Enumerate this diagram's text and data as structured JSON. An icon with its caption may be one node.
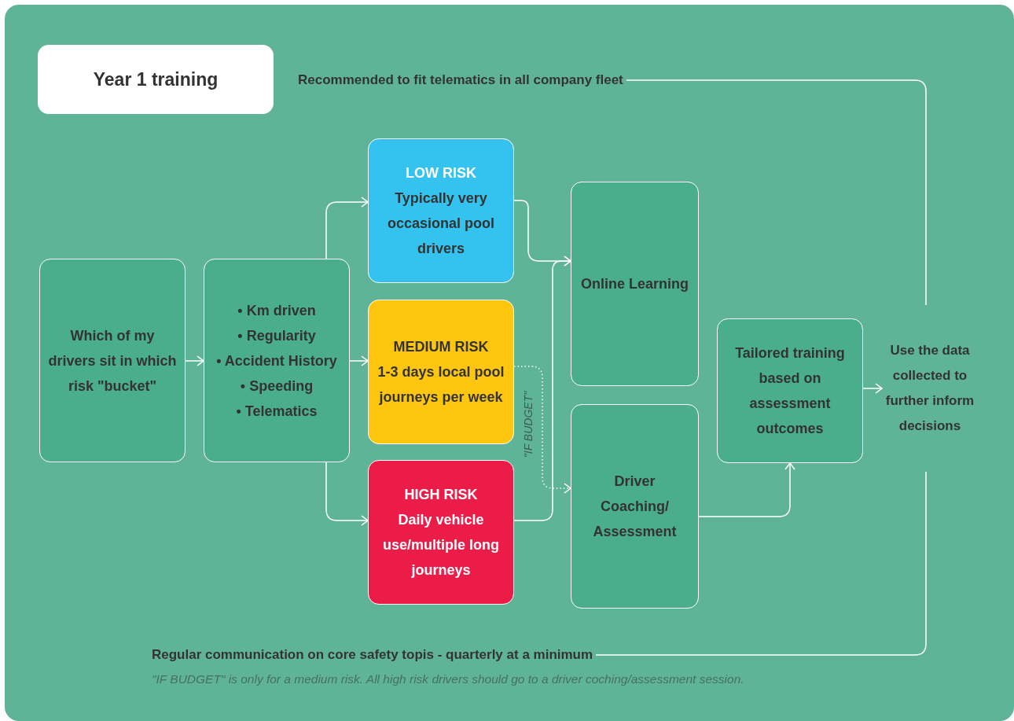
{
  "diagram": {
    "caption": "\"IF BUDGET\" is only for a medium risk. All high risk drivers should go to a driver coching/assessment session.",
    "nodes": [
      {
        "text": [
          "Year 1 training"
        ]
      },
      {
        "text": [
          "Recommended to fit telematics in all company fleet"
        ]
      },
      {
        "text": [
          "Which of my drivers sit in which risk \"bucket\""
        ]
      },
      {
        "text": [
          "• Km driven",
          "• Regularity",
          "• Accident History",
          "• Speeding",
          "• Telematics"
        ]
      },
      {
        "text": [
          "LOW RISK",
          "Typically very occasional pool drivers"
        ]
      },
      {
        "text": [
          "MEDIUM RISK",
          "1-3 days local pool journeys per week"
        ]
      },
      {
        "text": [
          "HIGH RISK",
          "Daily vehicle use/multiple long journeys"
        ]
      },
      {
        "text": [
          "Online Learning"
        ]
      },
      {
        "text": [
          "Driver Coaching/ Assessment"
        ]
      },
      {
        "text": [
          "Tailored training based on assessment outcomes"
        ]
      },
      {
        "text": [
          "Use the data collected to further inform decisions"
        ]
      },
      {
        "text": [
          "Regular communication on core safety topis - quarterly at a minimum"
        ]
      }
    ],
    "edges": [
      {
        "from": 2,
        "to": 3,
        "arrow": "to"
      },
      {
        "from": 3,
        "to": 4,
        "arrow": "to"
      },
      {
        "from": 3,
        "to": 5,
        "arrow": "to"
      },
      {
        "from": 3,
        "to": 6,
        "arrow": "to"
      },
      {
        "from": 4,
        "to": 7,
        "arrow": "to"
      },
      {
        "from": 6,
        "to": 7,
        "arrow": "to"
      },
      {
        "from": 5,
        "to": 8,
        "arrow": "to",
        "label": "\"IF BUDGET\"",
        "style": "dashed"
      },
      {
        "from": 8,
        "to": 9,
        "arrow": "to"
      },
      {
        "from": 9,
        "to": 10,
        "arrow": "to"
      },
      {
        "from": 1,
        "to": 10,
        "arrow": "none"
      },
      {
        "from": 11,
        "to": 10,
        "arrow": "none"
      }
    ]
  }
}
